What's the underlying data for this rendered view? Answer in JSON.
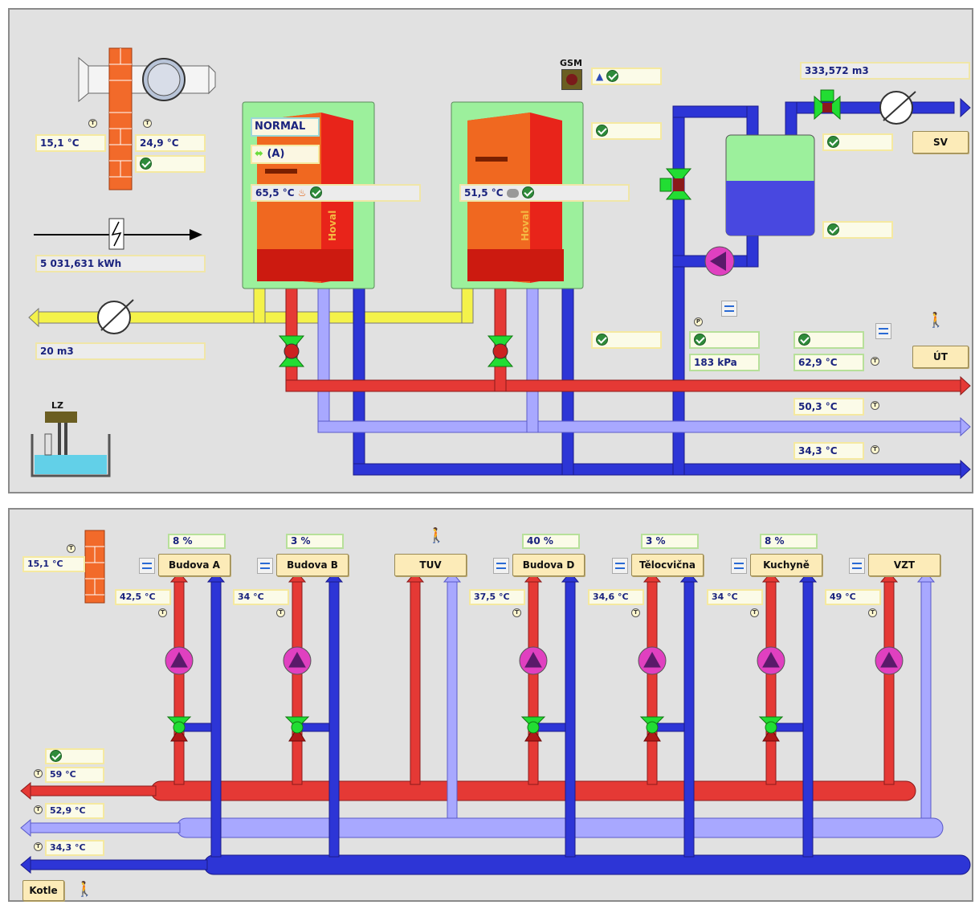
{
  "top": {
    "chimney_temp_left": "15,1 °C",
    "chimney_temp_right": "24,9 °C",
    "energy": "5 031,631 kWh",
    "gas_volume": "20 m3",
    "boiler1_mode": "NORMAL",
    "boiler1_auto": "(A)",
    "boiler1_temp": "65,5 °C",
    "boiler2_temp": "51,5 °C",
    "gsm_label": "GSM",
    "water_volume": "333,572 m3",
    "sv_button": "SV",
    "ut_button": "ÚT",
    "pressure": "183 kPa",
    "supply_temp": "62,9 °C",
    "return_light_temp": "50,3 °C",
    "return_dark_temp": "34,3 °C",
    "lz_label": "LZ",
    "boiler_brand": "Hoval"
  },
  "bottom": {
    "outside_temp": "15,1 °C",
    "kotle_button": "Kotle",
    "supply_temp": "59 °C",
    "return_light_temp": "52,9 °C",
    "return_dark_temp": "34,3 °C",
    "circuits": [
      {
        "name": "Budova A",
        "pct": "8 %",
        "temp": "42,5 °C"
      },
      {
        "name": "Budova B",
        "pct": "3 %",
        "temp": "34 °C"
      },
      {
        "name": "TUV",
        "pct": "",
        "temp": ""
      },
      {
        "name": "Budova D",
        "pct": "40 %",
        "temp": "37,5 °C"
      },
      {
        "name": "Tělocvična",
        "pct": "3 %",
        "temp": "34,6 °C"
      },
      {
        "name": "Kuchyně",
        "pct": "8 %",
        "temp": "34 °C"
      },
      {
        "name": "VZT",
        "pct": "",
        "temp": "49 °C"
      }
    ]
  },
  "colors": {
    "hot_pipe": "#e53935",
    "return_light_pipe": "#a8a8ff",
    "return_dark_pipe": "#2d35d6",
    "gas_pipe": "#f4f24a",
    "pump": "#e040c0",
    "valve": "#22dd33",
    "status_ok": "#2e8b3a"
  }
}
